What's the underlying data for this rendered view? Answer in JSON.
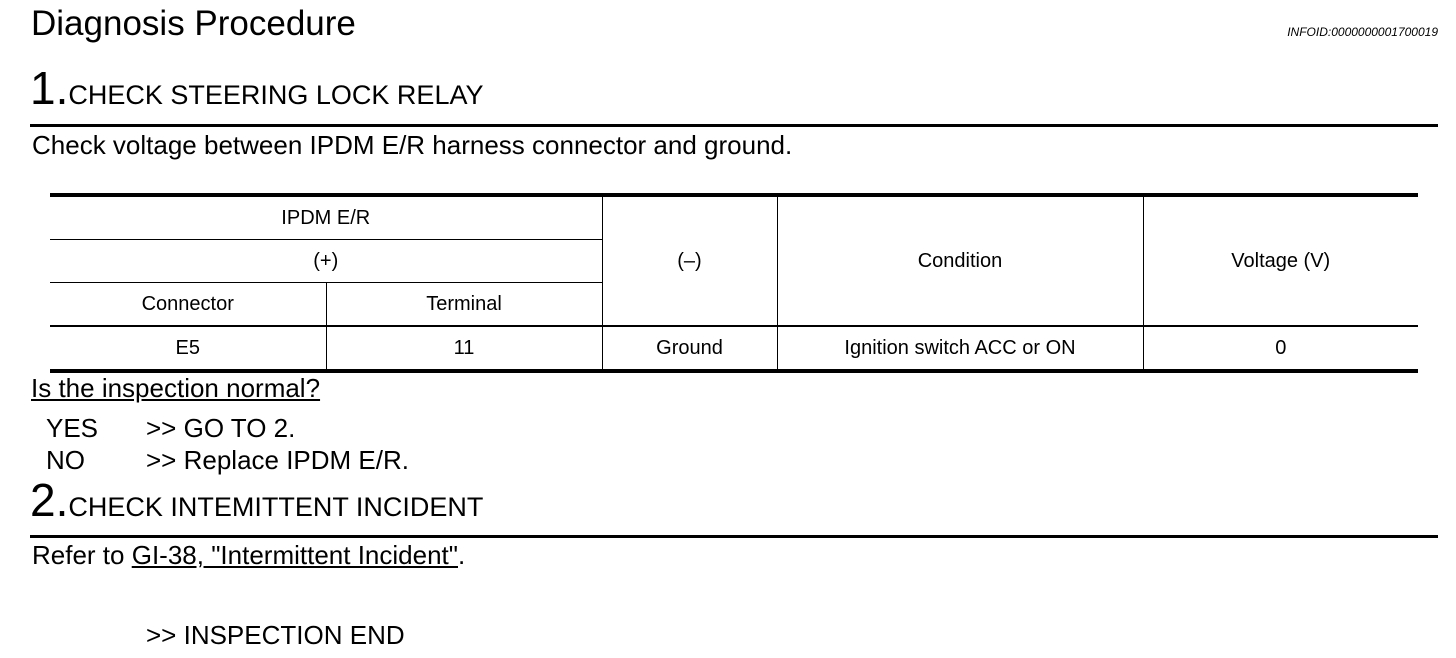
{
  "header": {
    "title": "Diagnosis Procedure",
    "info_id": "INFOID:0000000001700019"
  },
  "step1": {
    "number": "1.",
    "title": "CHECK STEERING LOCK RELAY",
    "instruction": "Check voltage between IPDM E/R harness connector and ground."
  },
  "table": {
    "group_header": "IPDM E/R",
    "positive_header": "(+)",
    "negative_header": "(–)",
    "condition_header": "Condition",
    "voltage_header": "Voltage (V)",
    "connector_header": "Connector",
    "terminal_header": "Terminal",
    "rows": [
      {
        "connector": "E5",
        "terminal": "11",
        "negative": "Ground",
        "condition": "Ignition switch ACC or ON",
        "voltage": "0"
      }
    ]
  },
  "question": "Is the inspection normal?",
  "answers": [
    {
      "key": "YES",
      "value": ">> GO TO 2."
    },
    {
      "key": "NO",
      "value": ">> Replace IPDM E/R."
    }
  ],
  "step2": {
    "number": "2.",
    "title": "CHECK INTEMITTENT INCIDENT",
    "refer_prefix": "Refer to ",
    "refer_link": "GI-38, \"Intermittent Incident\"",
    "refer_suffix": "."
  },
  "end_text": ">> INSPECTION END"
}
